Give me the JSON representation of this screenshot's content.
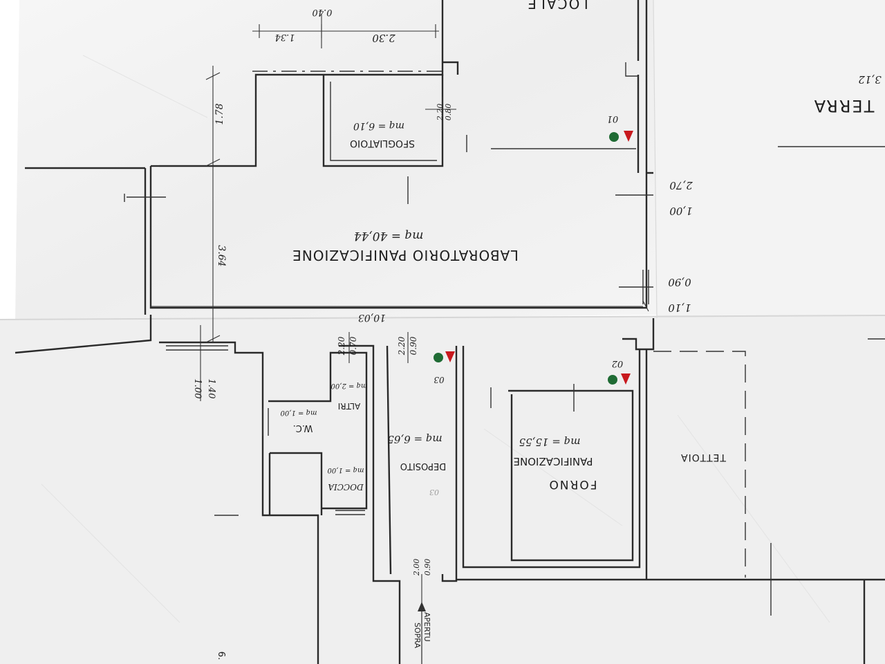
{
  "rooms": {
    "lab_name": "LABORATORIO PANIFICAZIONE",
    "lab_area": "mq = 40,44",
    "sfogliatoio_name": "SFOGLIATOIO",
    "sfogliatoio_area": "mq = 6,10",
    "forno_name": "FORNO",
    "forno_sub": "PANIFICAZIONE",
    "forno_area": "mq = 15,55",
    "deposito_name": "DEPOSITO",
    "deposito_area": "mq = 6,65",
    "wc_name": "W.C.",
    "wc_area": "mq = 1,00",
    "altri_name": "ALTRI",
    "altri_area": "mq = 2,00",
    "doccia_name": "DOCCIA",
    "doccia_area": "mq = 1,00",
    "tettoia_name": "TETTOIA"
  },
  "labels": {
    "terra": "TERRA",
    "locale": "LOCALE",
    "value_312": "3,12",
    "apertura_1": "APERTU",
    "apertura_2": "SOPRA",
    "edge_num": "6."
  },
  "dimensions": {
    "d040": "0.40",
    "d134": "1.34",
    "d230": "2.30",
    "d178": "1.78",
    "d364": "3.64",
    "d1003": "10,03",
    "d080": "0.80",
    "d220a": "2.20",
    "d270": "2,70",
    "d100a": "1,00",
    "d090": "0,90",
    "d110": "1,10",
    "d140": "1.40",
    "d100b": "1.00",
    "d220b": "2.20",
    "d070": "0.70",
    "d220c": "2.20",
    "d090b": "0.90",
    "d200": "2.00",
    "d090c": "0.90"
  },
  "markers": {
    "m01": "01",
    "m02": "02",
    "m03": "03",
    "m03b": "03"
  },
  "colors": {
    "paper": "#f2f2f2",
    "ink": "#222222",
    "marker_green": "#1f6b34",
    "marker_red": "#c8191e"
  }
}
